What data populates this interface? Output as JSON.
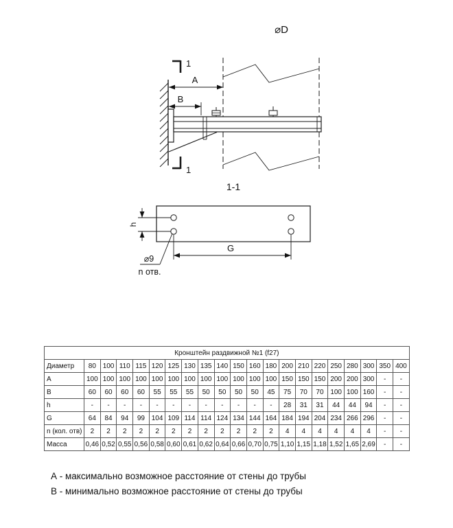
{
  "drawing": {
    "pipe_diameter_label": "⌀D",
    "section_mark_label": "1",
    "section_view_label": "1-1",
    "dim_a_label": "A",
    "dim_b_label": "B",
    "dim_h_label": "h",
    "dim_g_label": "G",
    "hole_diameter_label": "⌀9",
    "hole_count_label": "n отв."
  },
  "table": {
    "title": "Кронштейн раздвижной №1 (f27)",
    "row_header": "Диаметр",
    "diameters": [
      "80",
      "100",
      "110",
      "115",
      "120",
      "125",
      "130",
      "135",
      "140",
      "150",
      "160",
      "180",
      "200",
      "210",
      "220",
      "250",
      "280",
      "300",
      "350",
      "400"
    ],
    "rows": [
      {
        "label": "A",
        "values": [
          "100",
          "100",
          "100",
          "100",
          "100",
          "100",
          "100",
          "100",
          "100",
          "100",
          "100",
          "100",
          "150",
          "150",
          "150",
          "200",
          "200",
          "300",
          "-",
          "-"
        ]
      },
      {
        "label": "B",
        "values": [
          "60",
          "60",
          "60",
          "60",
          "55",
          "55",
          "55",
          "50",
          "50",
          "50",
          "50",
          "45",
          "75",
          "70",
          "70",
          "100",
          "100",
          "160",
          "-",
          "-"
        ]
      },
      {
        "label": "h",
        "values": [
          "-",
          "-",
          "-",
          "-",
          "-",
          "-",
          "-",
          "-",
          "-",
          "-",
          "-",
          "-",
          "28",
          "31",
          "31",
          "44",
          "44",
          "94",
          "-",
          "-"
        ]
      },
      {
        "label": "G",
        "values": [
          "64",
          "84",
          "94",
          "99",
          "104",
          "109",
          "114",
          "114",
          "124",
          "134",
          "144",
          "164",
          "184",
          "194",
          "204",
          "234",
          "266",
          "296",
          "-",
          "-"
        ]
      },
      {
        "label": "n (кол. отв)",
        "values": [
          "2",
          "2",
          "2",
          "2",
          "2",
          "2",
          "2",
          "2",
          "2",
          "2",
          "2",
          "2",
          "4",
          "4",
          "4",
          "4",
          "4",
          "4",
          "-",
          "-"
        ]
      },
      {
        "label": "Масса",
        "values": [
          "0,46",
          "0,52",
          "0,55",
          "0,56",
          "0,58",
          "0,60",
          "0,61",
          "0,62",
          "0,64",
          "0,66",
          "0,70",
          "0,75",
          "1,10",
          "1,15",
          "1,18",
          "1,52",
          "1,65",
          "2,69",
          "-",
          "-"
        ]
      }
    ]
  },
  "legend": {
    "line_a": "А - максимально возможное расстояние от стены до трубы",
    "line_b": "В - минимально возможное расстояние от стены до трубы"
  }
}
